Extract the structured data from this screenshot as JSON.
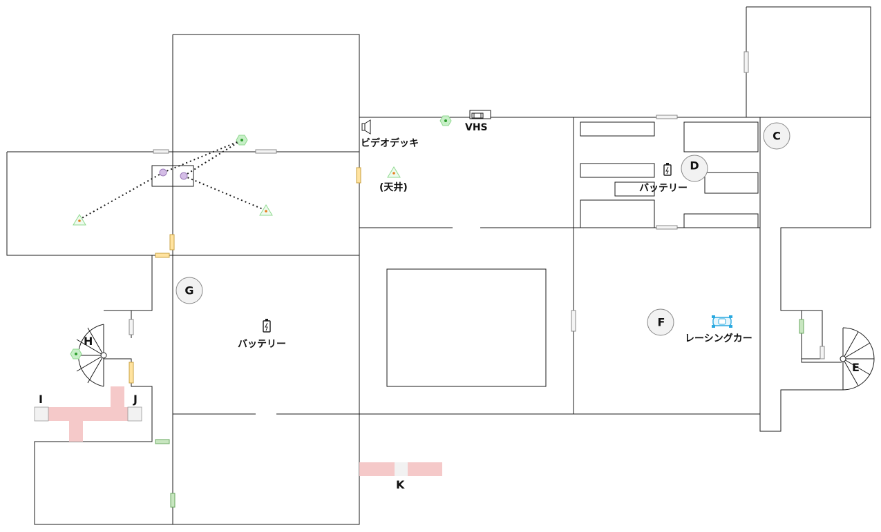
{
  "map": {
    "colors": {
      "wall": "#1a1a1a",
      "door_white": "#f4f4f4",
      "door_yellow": "#ffe3a0",
      "door_green": "#c8e6c0",
      "hazard": "#f5c9c9",
      "hazard_gap": "#f2f2f2",
      "sensor_green": "#8fd98f",
      "camera_orange": "#e67e22",
      "node_purple": "#d4bde6",
      "marker_fill": "#f2f2f2",
      "car_blue": "#2aa9e0"
    },
    "labels": {
      "video_deck": "ビデオデッキ",
      "vhs": "VHS",
      "ceiling": "(天井)",
      "battery_1": "バッテリー",
      "battery_2": "バッテリー",
      "racing_car": "レーシングカー"
    },
    "markers": {
      "c": "C",
      "d": "D",
      "e": "E",
      "f": "F",
      "g": "G",
      "h": "H",
      "i": "I",
      "j": "J",
      "k": "K"
    },
    "icons": {
      "speaker": "speaker-icon",
      "vhs_tape": "vhs-tape-icon",
      "battery": "battery-icon",
      "racing_car": "racing-car-icon",
      "camera": "camera-icon",
      "sensor": "sensor-icon"
    }
  }
}
